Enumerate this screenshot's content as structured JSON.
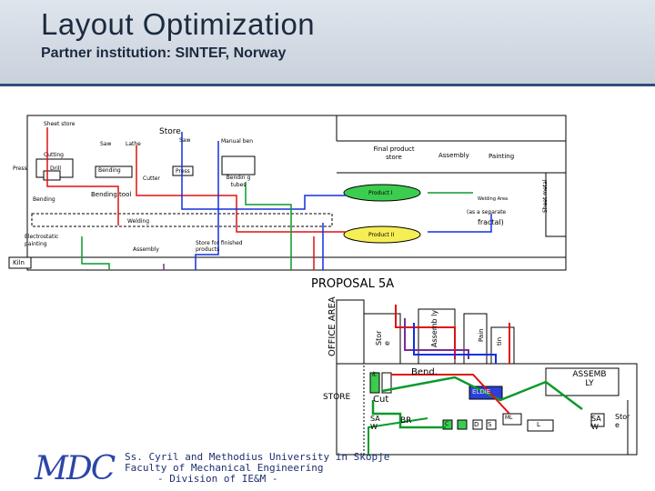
{
  "slide": {
    "title": "Layout Optimization",
    "subtitle": "Partner institution: SINTEF, Norway"
  },
  "top_diagram": {
    "labels": {
      "sheet_store": "Sheet store",
      "store": "Store",
      "saw1": "Saw",
      "lathe": "Lathe",
      "saw2": "Saw",
      "manual_bending": "Manual ben",
      "cutting": "Cutting",
      "press_left": "Press",
      "drill": "Drill",
      "bending_machine": "Bending",
      "cutter": "Cutter",
      "press_mid": "Press",
      "bending_tubes": "Bendin g tubes",
      "bending_left": "Bending",
      "bending_tool": "Bending tool",
      "welding": "Welding",
      "electrostatic": "Electrostatic painting",
      "assembly_left": "Assembly",
      "store_finished": "Store for finished products",
      "kiln": "Kiln",
      "final_store": "Final product store",
      "assembly_right": "Assembly",
      "painting": "Painting",
      "product1": "Product I",
      "product2": "Product II",
      "welding_area_1": "Welding Area",
      "welding_area_2": "(as a separate",
      "welding_area_3": "fractal)",
      "sheet_metal": "Sheet metal"
    }
  },
  "proposal": {
    "title": "PROPOSAL 5A",
    "office": "OFFICE AREA",
    "stor_e": "Stor e",
    "assembly": "Assemb ly",
    "pain": "Pain",
    "tin": "tin",
    "bend": "Bend.",
    "assemb_ly": "ASSEMB LY",
    "store": "STORE",
    "cut": "Cut",
    "blue_box": "ELDIE",
    "saw_left": "SA W",
    "br": "BR",
    "saw_right": "SA W",
    "stor_right": "Stor e",
    "pr": "Pr",
    "d": "D",
    "s": "S",
    "ml": "ML",
    "l": "L",
    "c": "C"
  },
  "footer": {
    "line1": "Ss. Cyril and Methodius University in Skopje",
    "line2": "Faculty of Mechanical Engineering",
    "line3": "- Division of IE&M -",
    "logo": "MDC"
  },
  "colors": {
    "header_bg": "#d3dae3",
    "title": "#1b2b3f",
    "red_flow": "#e01010",
    "blue_flow": "#1030e0",
    "green_flow": "#0a9a2a",
    "purple_flow": "#7a2a9a",
    "yellow": "#f4ee40",
    "product_green": "#3ccc50",
    "product_yellow": "#f5ee55"
  }
}
